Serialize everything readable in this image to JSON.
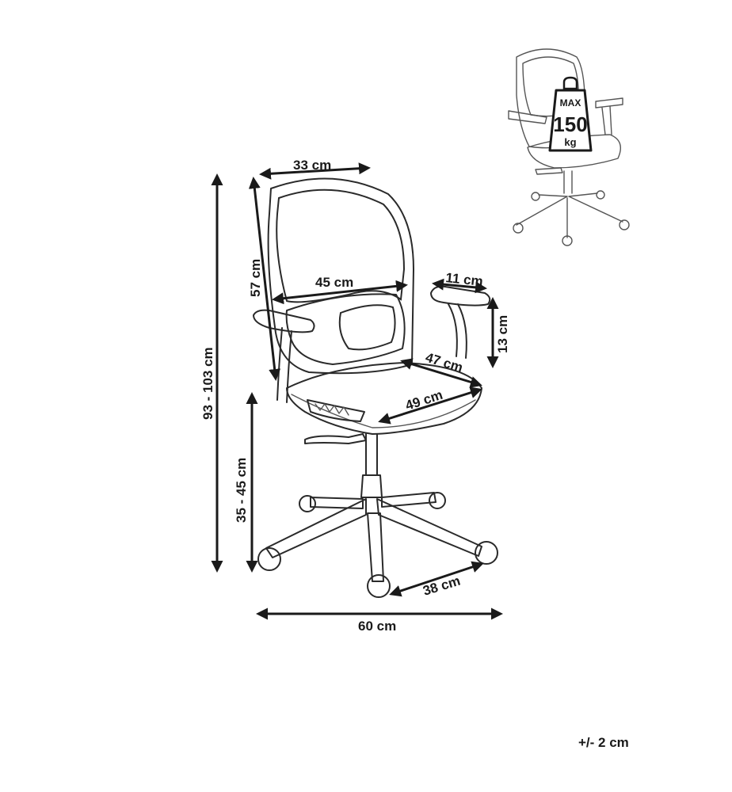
{
  "dimensions": {
    "backrest_width": "33 cm",
    "backrest_height": "57 cm",
    "chair_width": "45 cm",
    "armrest_length": "11 cm",
    "armrest_height": "13 cm",
    "seat_depth": "47 cm",
    "seat_width": "49 cm",
    "total_height": "93 - 103 cm",
    "seat_height": "35 - 45 cm",
    "leg_length": "38 cm",
    "base_width": "60 cm"
  },
  "tolerance": "+/- 2 cm",
  "max_load": {
    "label": "MAX",
    "value": "150",
    "unit": "kg"
  }
}
